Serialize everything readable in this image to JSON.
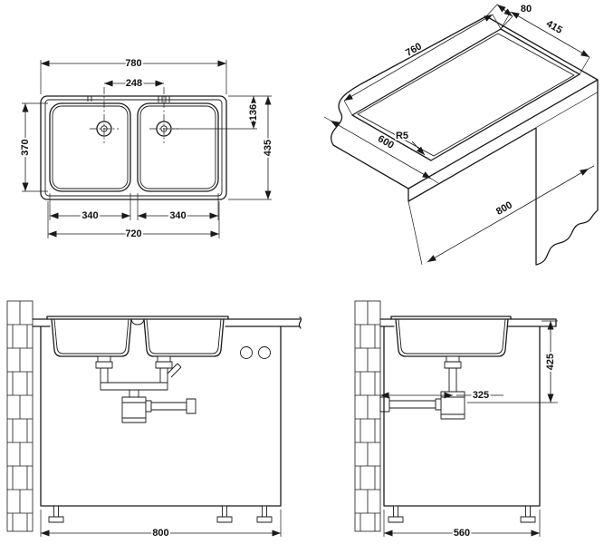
{
  "colors": {
    "background": "#ffffff",
    "line": "#1a1a1a"
  },
  "views": {
    "top_plan": {
      "dims": {
        "overall_width": "780",
        "drain_spacing": "248",
        "bowl_length": "370",
        "drain_offset_from_back": "136",
        "overall_depth": "435",
        "left_bowl_width": "340",
        "right_bowl_width": "340",
        "inner_width": "720"
      }
    },
    "isometric": {
      "dims": {
        "back_edge_distance": "80",
        "cutout_depth": "415",
        "cutout_width": "760",
        "worktop_depth": "600",
        "cutout_corner_radius": "R5",
        "worktop_height": "800"
      }
    },
    "front_elevation": {
      "dims": {
        "cabinet_width": "800"
      }
    },
    "side_elevation": {
      "dims": {
        "waste_outlet_offset": "325",
        "waste_outlet_drop": "425",
        "cabinet_depth": "560"
      }
    }
  }
}
